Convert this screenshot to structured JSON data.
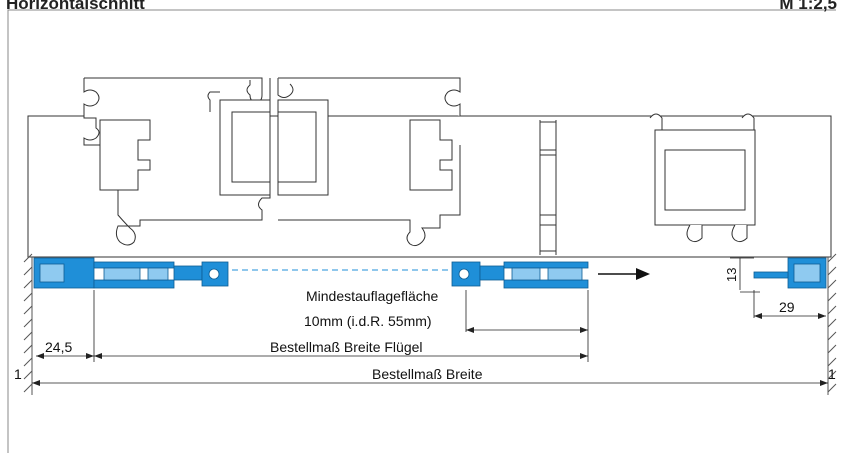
{
  "header": {
    "title": "Horizontalschnitt",
    "right_text": "M    1:2,5"
  },
  "labels": {
    "min_bearing_line1": "Mindestauflagefläche",
    "min_bearing_line2": "10mm (i.d.R. 55mm)",
    "order_width_sash": "Bestellmaß Breite Flügel",
    "order_width": "Bestellmaß Breite",
    "dim_24_5": "24,5",
    "dim_13": "13",
    "dim_29": "29",
    "dim_1_left": "1",
    "dim_1_right": "1"
  },
  "colors": {
    "profile_blue": "#1f8fd8",
    "profile_blue_light": "#8fcaf0",
    "outline": "#333333",
    "hatch": "#555555"
  }
}
